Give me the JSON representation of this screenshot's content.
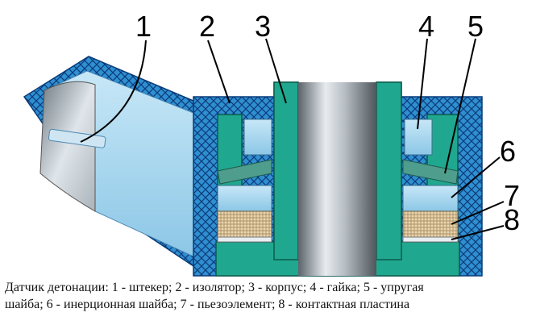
{
  "labels": {
    "n1": "1",
    "n2": "2",
    "n3": "3",
    "n4": "4",
    "n5": "5",
    "n6": "6",
    "n7": "7",
    "n8": "8"
  },
  "caption": {
    "line1": "Датчик детонации: 1 - штекер; 2 - изолятор; 3 - корпус; 4 - гайка; 5 - упругая",
    "line2": "шайба; 6 - инерционная шайба; 7 - пьезоэлемент; 8 - контактная пластина"
  },
  "colors": {
    "insulator": "#2f8fd0",
    "housing": "#1fa88f",
    "metal": "#9aa3aa",
    "light_blue": "#a9d8f0",
    "piezo": "#e8d3a8"
  }
}
